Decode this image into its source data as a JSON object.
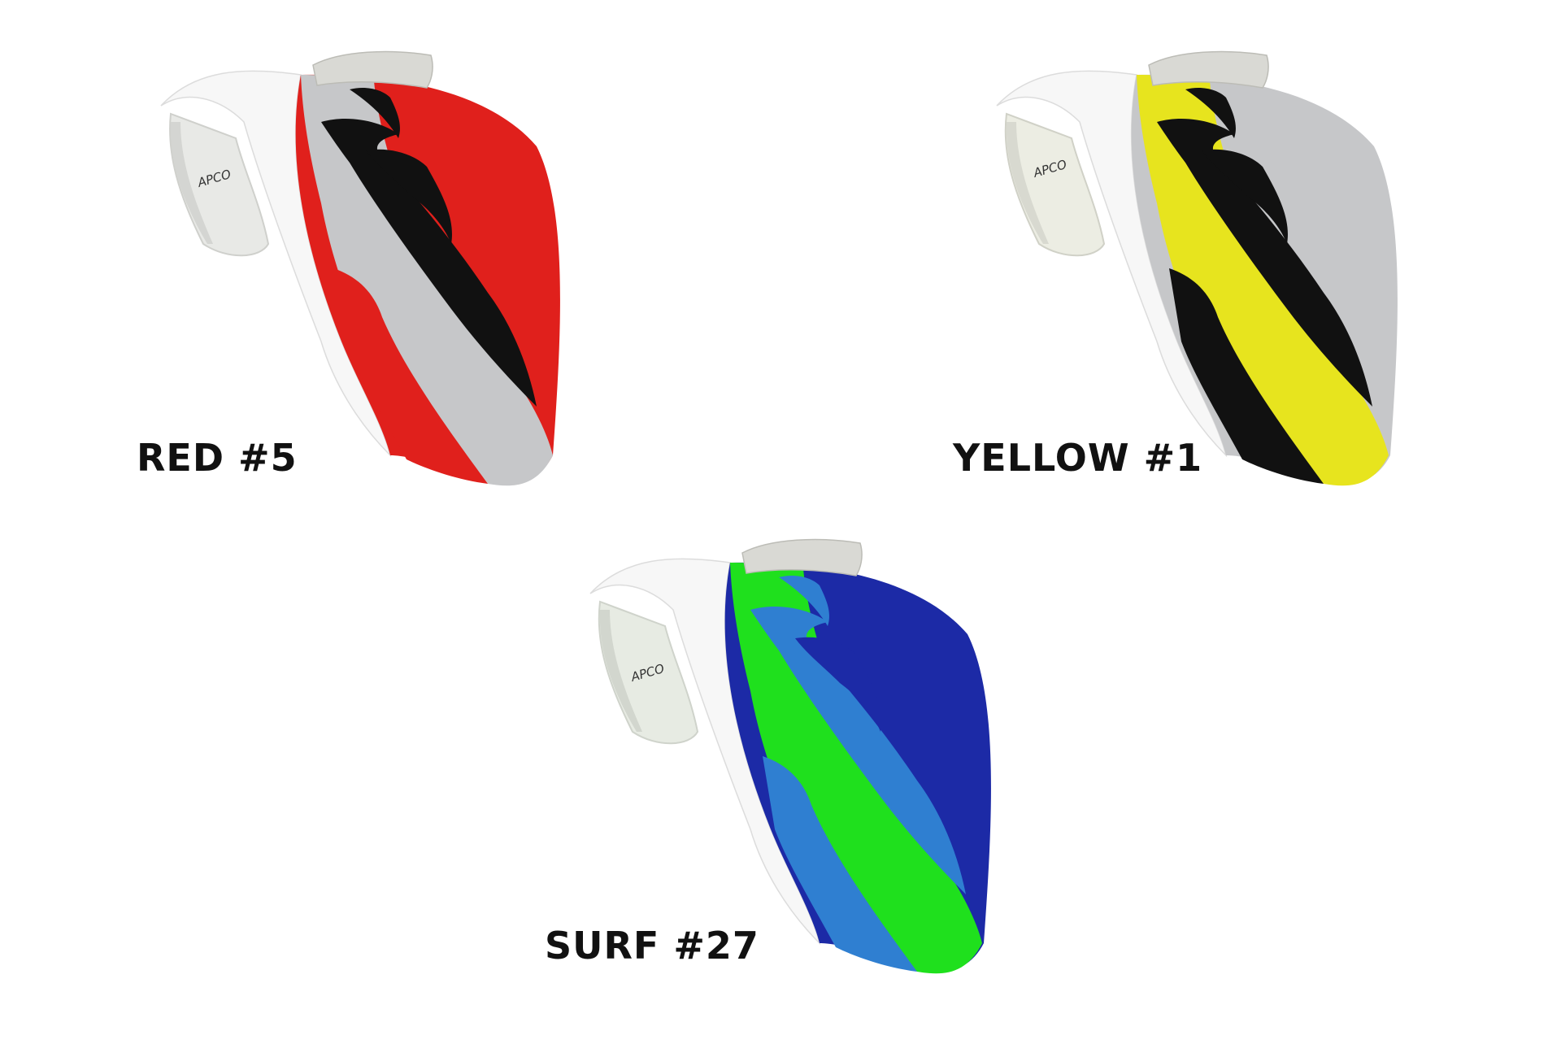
{
  "variants": [
    {
      "label": "RED #5",
      "logo": "APCO",
      "colors": {
        "cell_main": "#e0201c",
        "cell_accent": "#c6c7c9",
        "claw": "#111111",
        "leading_edge": "#f7f7f7",
        "underside": "#e8e9e6"
      }
    },
    {
      "label": "YELLOW #1",
      "logo": "APCO",
      "colors": {
        "cell_main": "#c6c7c9",
        "cell_accent": "#e7e41e",
        "claw": "#111111",
        "leading_edge": "#f7f7f7",
        "underside": "#ecede3"
      }
    },
    {
      "label": "SURF #27",
      "logo": "APCO",
      "colors": {
        "cell_main": "#1c2aa6",
        "cell_accent": "#1fe01d",
        "claw": "#2f7fd1",
        "leading_edge": "#f7f7f7",
        "underside": "#e7ebe3"
      }
    }
  ]
}
